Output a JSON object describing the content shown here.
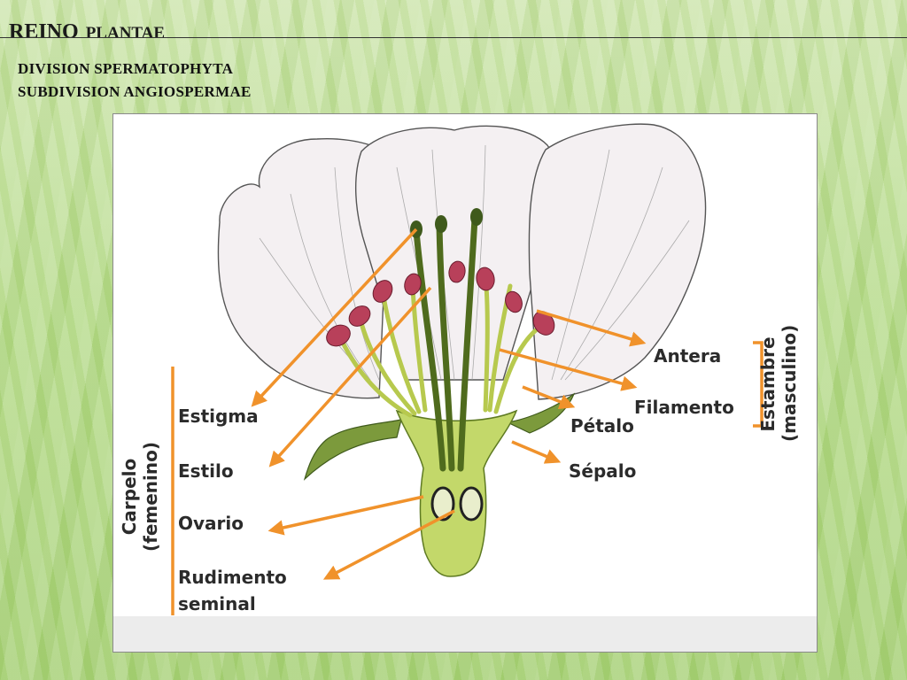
{
  "header": {
    "title_main": "REINO",
    "title_rest": "PLANTAE",
    "line1": "DIVISION SPERMATOPHYTA",
    "line2": "SUBDIVISION ANGIOSPERMAE"
  },
  "diagram": {
    "labels": {
      "antera": "Antera",
      "filamento": "Filamento",
      "petalo": "Pétalo",
      "sepalo": "Sépalo",
      "estigma": "Estigma",
      "estilo": "Estilo",
      "ovario": "Ovario",
      "rudimento_1": "Rudimento",
      "rudimento_2": "seminal"
    },
    "groups": {
      "estambre_1": "Estambre",
      "estambre_2": "(masculino)",
      "carpelo_1": "Carpelo",
      "carpelo_2": "(femenino)"
    },
    "colors": {
      "arrow": "#f0922b",
      "anther": "#b8405a",
      "stem": "#c3d86a",
      "petal": "#f4f0f2"
    }
  }
}
